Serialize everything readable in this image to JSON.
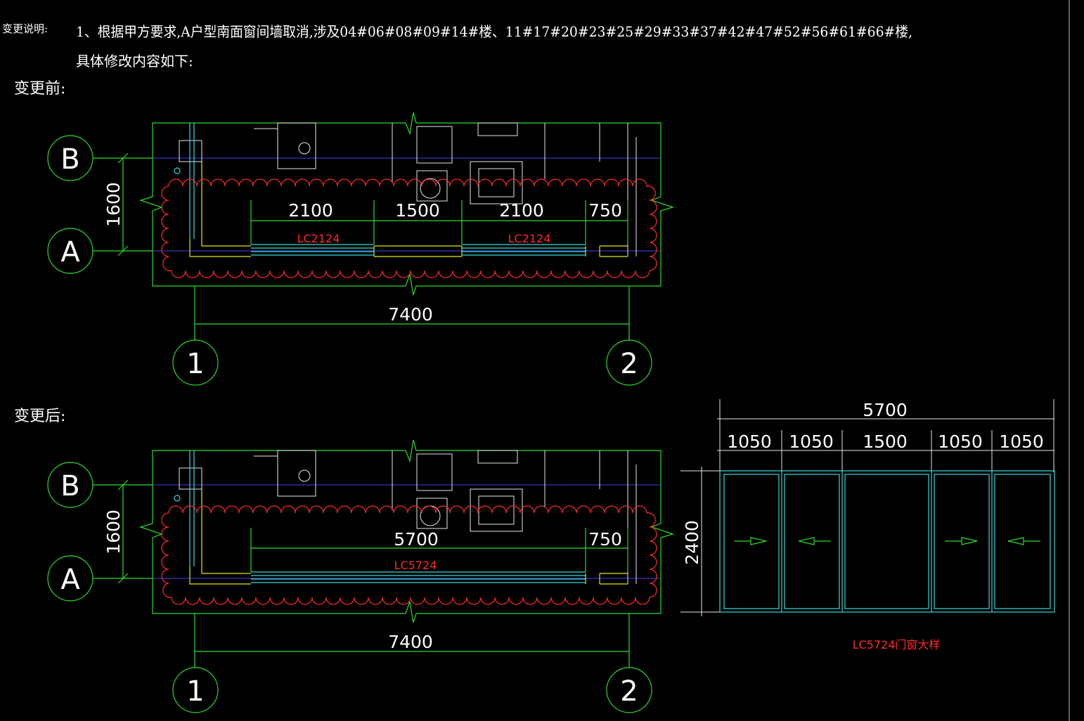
{
  "notes": {
    "label": "变更说明:",
    "line1": "1、根据甲方要求,A户型南面窗间墙取消,涉及04#06#08#09#14#楼、11#17#20#23#25#29#33#37#42#47#52#56#61#66#楼,",
    "line2": "具体修改内容如下:"
  },
  "before": {
    "heading": "变更前:",
    "axis_b": "B",
    "axis_a": "A",
    "axis_1": "1",
    "axis_2": "2",
    "dim_vertical": "1600",
    "dim_overall": "7400",
    "dim_seg1": "2100",
    "dim_seg2": "1500",
    "dim_seg3": "2100",
    "dim_seg4": "750",
    "window_label_1": "LC2124",
    "window_label_2": "LC2124"
  },
  "after": {
    "heading": "变更后:",
    "axis_b": "B",
    "axis_a": "A",
    "axis_1": "1",
    "axis_2": "2",
    "dim_vertical": "1600",
    "dim_overall": "7400",
    "dim_seg1": "5700",
    "dim_seg2": "750",
    "window_label": "LC5724"
  },
  "detail": {
    "dim_total": "5700",
    "dim_p1": "1050",
    "dim_p2": "1050",
    "dim_p3": "1500",
    "dim_p4": "1050",
    "dim_p5": "1050",
    "dim_height": "2400",
    "caption": "LC5724门窗大样"
  },
  "colors": {
    "background": "#000000",
    "grid_axis": "#2bdc2b",
    "wall": "#e6e600",
    "window": "#36d8d8",
    "revision_cloud": "#ff2a2a",
    "text": "#ffffff"
  }
}
